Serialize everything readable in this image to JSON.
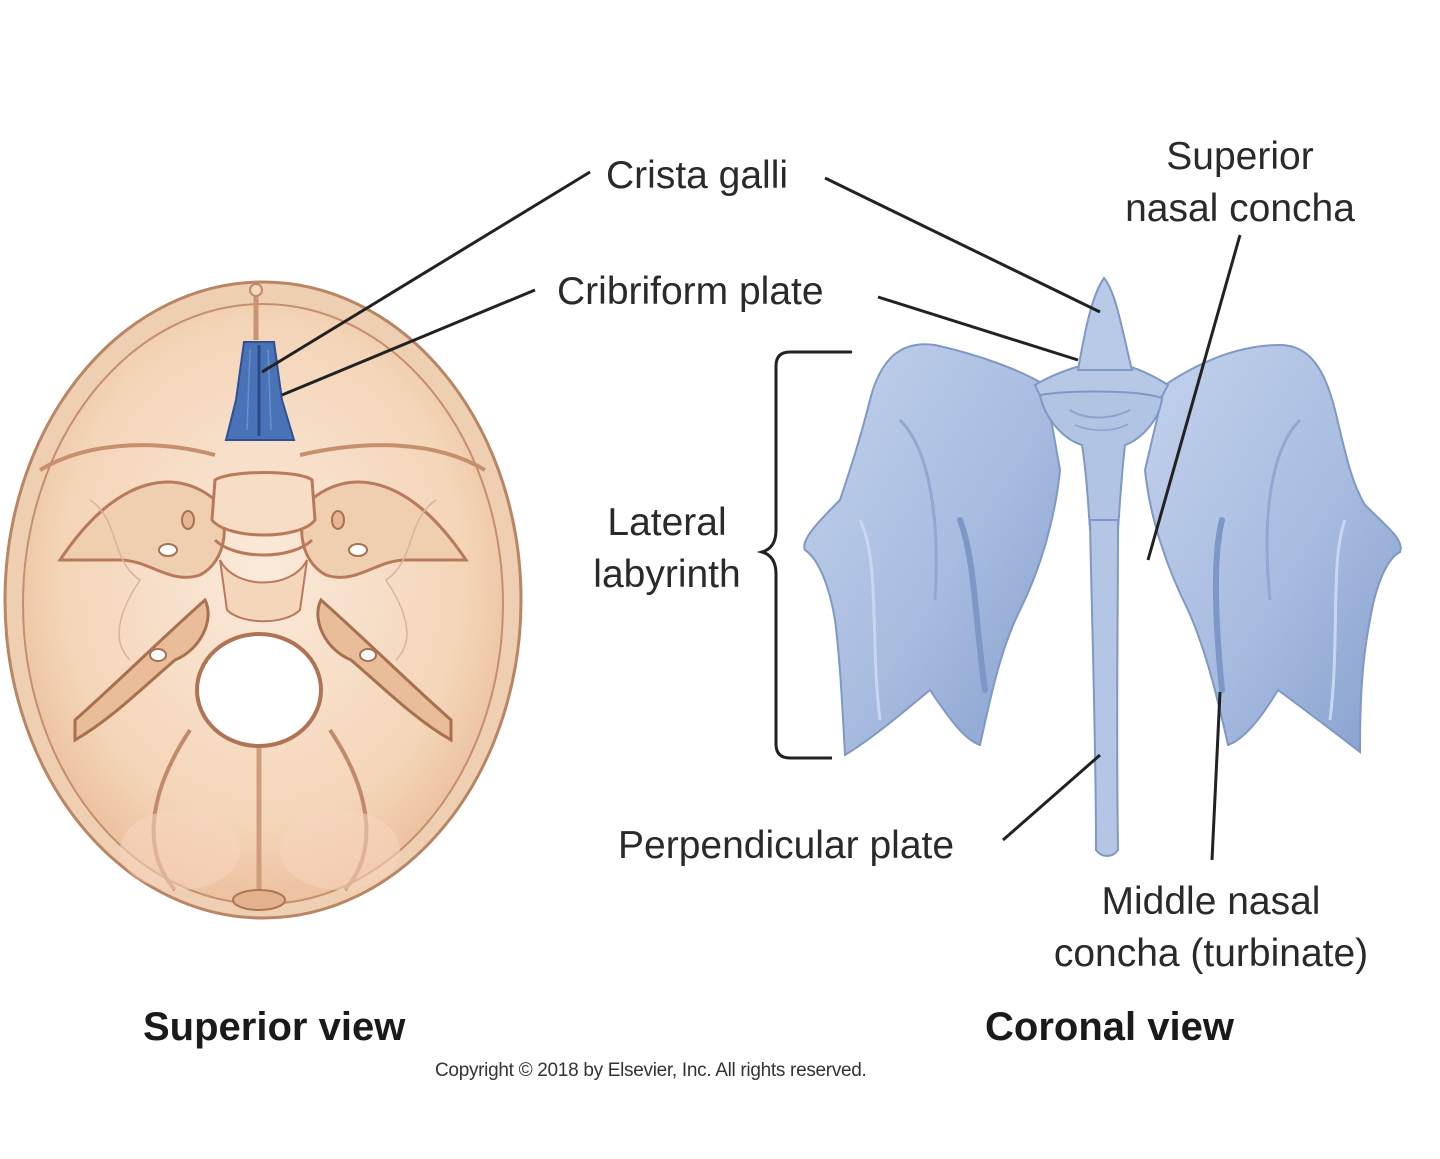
{
  "labels": {
    "crista_galli": "Crista galli",
    "cribriform_plate": "Cribriform plate",
    "superior_concha_line1": "Superior",
    "superior_concha_line2": "nasal concha",
    "lateral_labyrinth_line1": "Lateral",
    "lateral_labyrinth_line2": "labyrinth",
    "perpendicular_plate": "Perpendicular plate",
    "middle_concha_line1": "Middle nasal",
    "middle_concha_line2": "concha (turbinate)"
  },
  "views": {
    "superior": "Superior view",
    "coronal": "Coronal view"
  },
  "copyright": "Copyright © 2018 by Elsevier, Inc. All rights reserved.",
  "colors": {
    "skull_fill": "#f6dcc3",
    "skull_outline": "#b97a5c",
    "ethmoid_highlight": "#4a72b6",
    "bone_blue": "#a9bde0",
    "bone_blue_shadow": "#7f9ac8",
    "leader_line": "#222222"
  }
}
